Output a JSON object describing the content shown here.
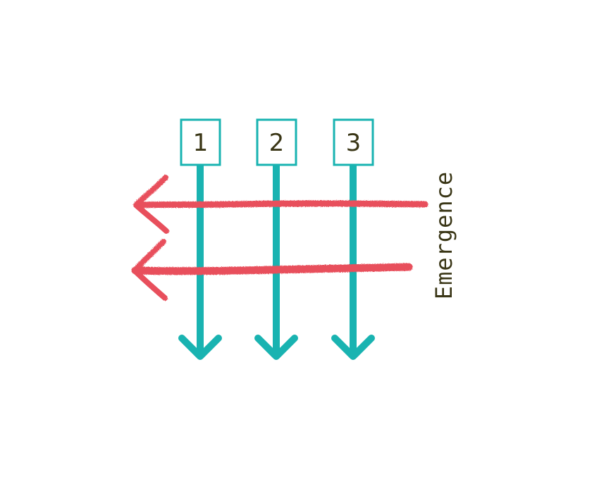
{
  "diagram": {
    "columns": [
      {
        "label": "1"
      },
      {
        "label": "2"
      },
      {
        "label": "3"
      }
    ],
    "side_label": "Emergence",
    "colors": {
      "teal": "#19b3b1",
      "red": "#e8505b",
      "text": "#3a3616",
      "background": "#ffffff"
    }
  }
}
